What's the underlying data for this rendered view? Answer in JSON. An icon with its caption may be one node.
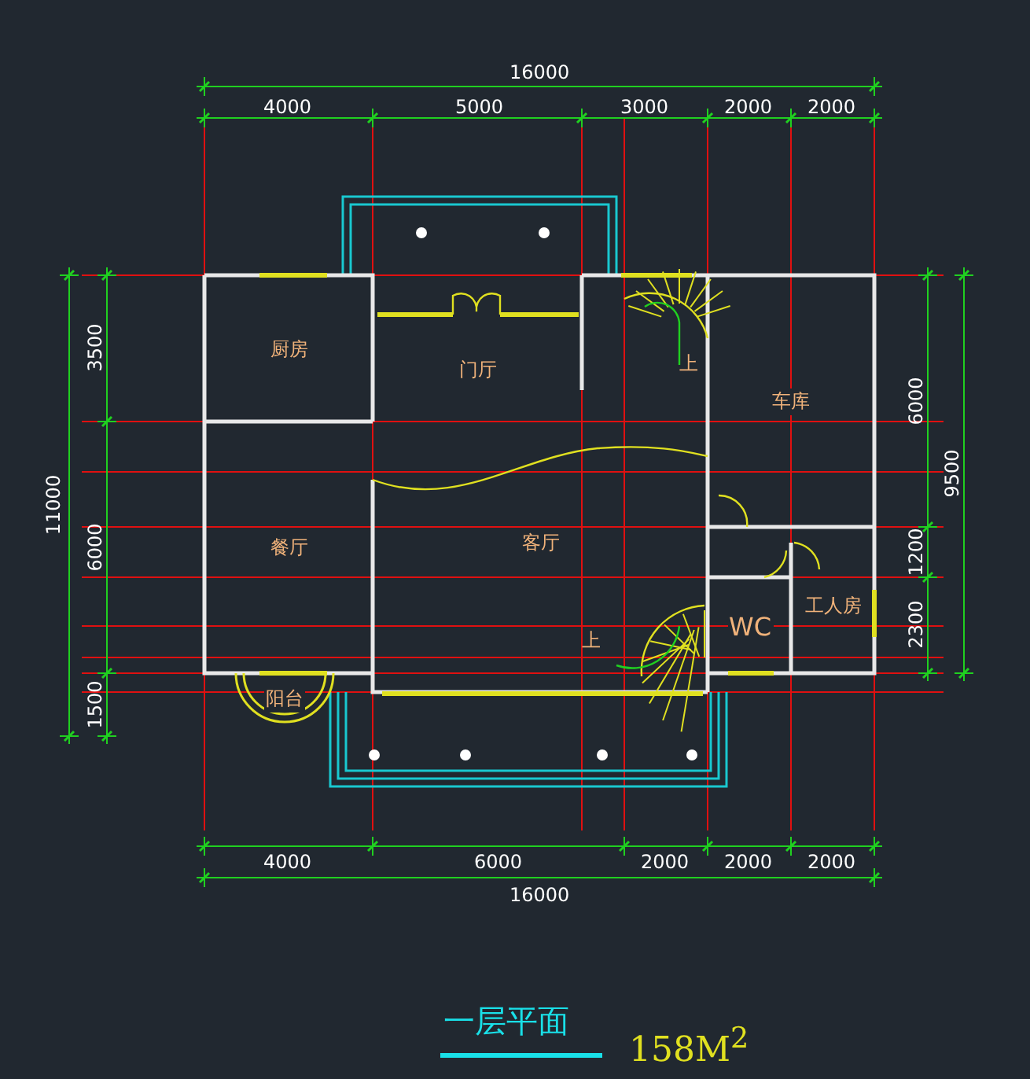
{
  "diagram": {
    "title": "一层平面",
    "nodes": [
      {
        "text": [
          "厨房"
        ]
      },
      {
        "text": [
          "门厅"
        ]
      },
      {
        "text": [
          "车库"
        ]
      },
      {
        "text": [
          "客厅"
        ]
      },
      {
        "text": [
          "餐厅"
        ]
      },
      {
        "text": [
          "WC"
        ]
      },
      {
        "text": [
          "工人房"
        ]
      },
      {
        "text": [
          "阳台"
        ]
      }
    ],
    "labels": [
      "16000",
      "4000",
      "5000",
      "3000",
      "2000",
      "2000",
      "3500",
      "6000",
      "1500",
      "11000",
      "6000",
      "1200",
      "2300",
      "9500",
      "上",
      "上",
      "4000",
      "6000",
      "2000",
      "2000",
      "2000",
      "16000",
      "158M$^{2}$"
    ]
  }
}
